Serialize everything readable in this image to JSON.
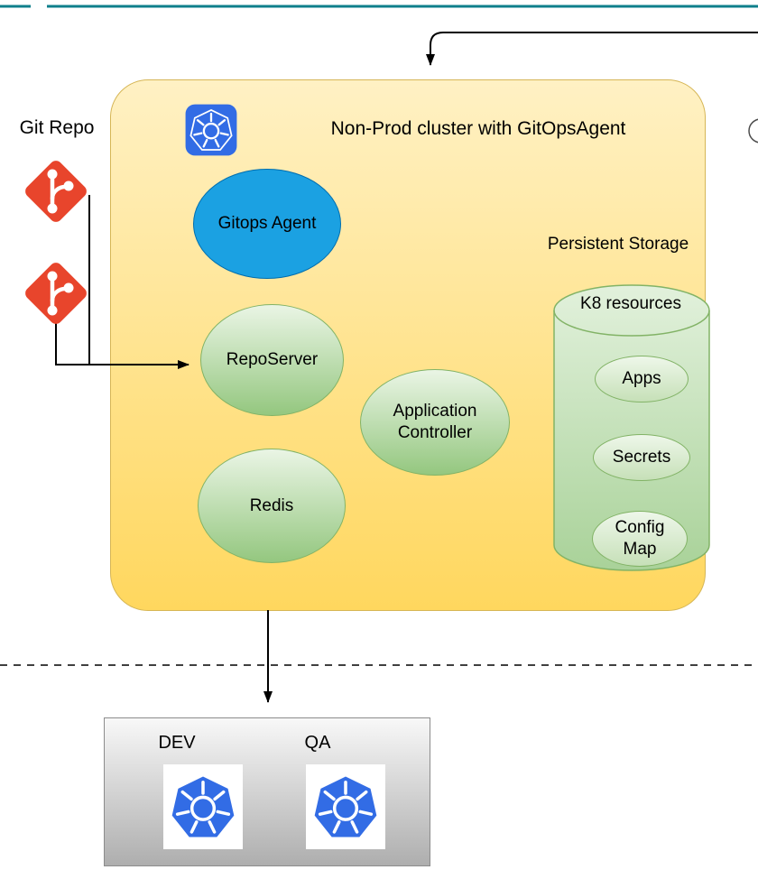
{
  "git_repo": {
    "label": "Git Repo"
  },
  "cluster": {
    "title": "Non-Prod cluster with GitOpsAgent",
    "nodes": {
      "gitops_agent": "Gitops Agent",
      "repo_server": "RepoServer",
      "application_controller": "Application Controller",
      "redis": "Redis"
    },
    "storage": {
      "label": "Persistent Storage",
      "cylinder_title": "K8 resources",
      "items": [
        "Apps",
        "Secrets",
        "Config Map"
      ]
    }
  },
  "environments": {
    "dev": "DEV",
    "qa": "QA"
  },
  "colors": {
    "cluster_fill": "#ffd966",
    "cluster_border": "#d6b656",
    "node_green_border": "#82b366",
    "node_blue": "#1ba1e2",
    "kubernetes_blue": "#326ce5",
    "git_orange": "#e8452c",
    "top_bar_teal": "#0f7f8b",
    "line_black": "#000000"
  }
}
